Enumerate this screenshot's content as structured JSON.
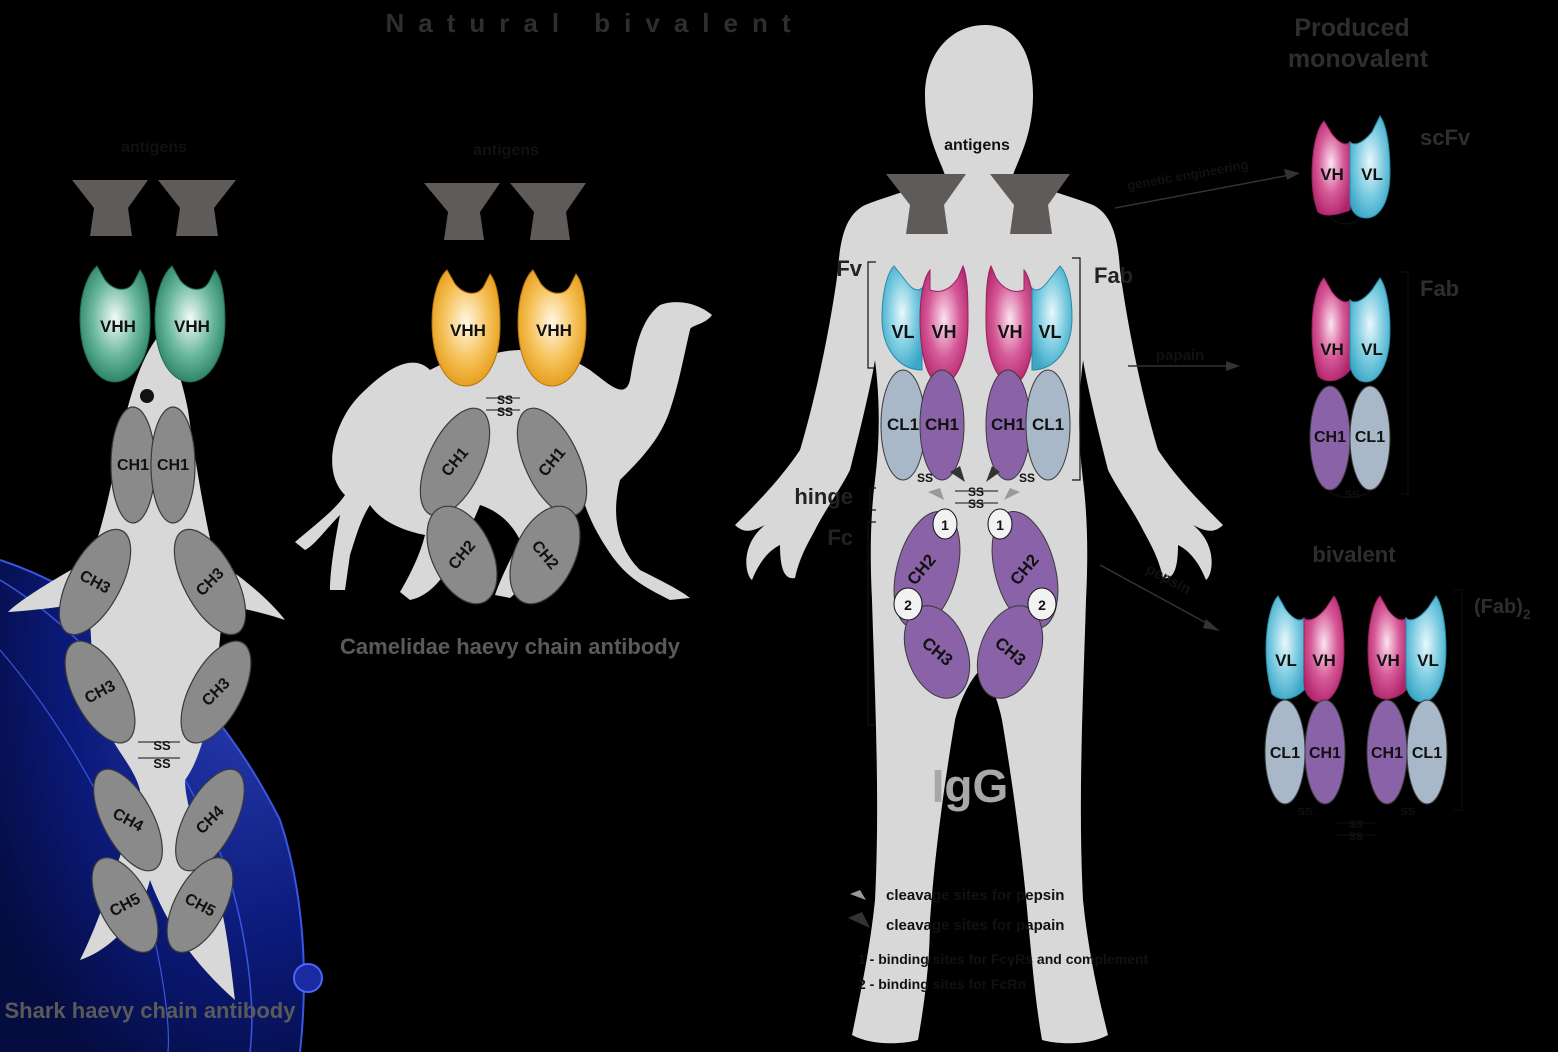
{
  "header": {
    "natural": "Natural bivalent",
    "produced_line1": "Produced",
    "produced_line2": "monovalent"
  },
  "colors": {
    "background": "#000000",
    "silhouette": "#d8d8d8",
    "antigen": "#5e5b59",
    "shark_vhh": "#2e8b6e",
    "camel_vhh": "#f0a52a",
    "vh_pink": "#c8327e",
    "vl_cyan": "#48b4d0",
    "ch_purple": "#8a62a8",
    "cl_grey": "#a9b8c8",
    "shark_constant": "#8a8a8a",
    "globe": "#0b1a7a"
  },
  "shark": {
    "antigens": "antigens",
    "vhh": "VHH",
    "ch1": "CH1",
    "ch3": "CH3",
    "ch4": "CH4",
    "ch5": "CH5",
    "ss": "SS",
    "title": "Shark haevy chain antibody"
  },
  "camel": {
    "antigens": "antigens",
    "vhh": "VHH",
    "ch1": "CH1",
    "ch2": "CH2",
    "ss": "SS",
    "title": "Camelidae haevy chain antibody"
  },
  "human": {
    "antigens": "antigens",
    "fv": "Fv",
    "fab": "Fab",
    "hinge": "hinge",
    "fc": "Fc",
    "igg": "IgG",
    "vh": "VH",
    "vl": "VL",
    "ch1": "CH1",
    "cl1": "CL1",
    "ch2": "CH2",
    "ch3": "CH3",
    "ss": "SS",
    "site1": "1",
    "site2": "2"
  },
  "legend": {
    "pepsin": "cleavage sites for pepsin",
    "papain": "cleavage sites for papain",
    "note1": "1 - binding sites for FcγRs and complement",
    "note2": "2 - binding sites for FcRn"
  },
  "arrows": {
    "genetic": "genetic engineering",
    "papain": "papain",
    "pepsin": "pepsin"
  },
  "produced": {
    "scfv": "scFv",
    "fab": "Fab",
    "bivalent": "bivalent",
    "fab2": "(Fab)",
    "fab2_sub": "2"
  }
}
